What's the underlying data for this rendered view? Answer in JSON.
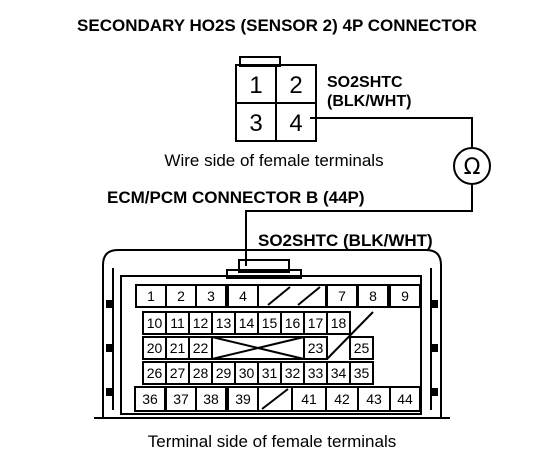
{
  "title": "SECONDARY HO2S (SENSOR 2) 4P CONNECTOR",
  "sensor_connector": {
    "terminals": [
      "1",
      "2",
      "3",
      "4"
    ],
    "wire_name": "SO2SHTC",
    "wire_color": "(BLK/WHT)",
    "caption": "Wire side of female terminals"
  },
  "meter": {
    "symbol": "Ω",
    "icon": "ohmmeter-icon"
  },
  "ecm_connector": {
    "title": "ECM/PCM CONNECTOR B (44P)",
    "wire_label": "SO2SHTC (BLK/WHT)",
    "caption": "Terminal side of female terminals",
    "row1": [
      "1",
      "2",
      "3",
      "4",
      "",
      "",
      "7",
      "8",
      "9"
    ],
    "row2": [
      "10",
      "11",
      "12",
      "13",
      "14",
      "15",
      "16",
      "17",
      "18",
      ""
    ],
    "row3": [
      "20",
      "21",
      "22",
      "",
      "",
      "",
      "",
      "23",
      "",
      "25"
    ],
    "row4": [
      "26",
      "27",
      "28",
      "29",
      "30",
      "31",
      "32",
      "33",
      "34",
      "35"
    ],
    "row5": [
      "36",
      "37",
      "38",
      "39",
      "",
      "41",
      "42",
      "43",
      "44"
    ]
  }
}
